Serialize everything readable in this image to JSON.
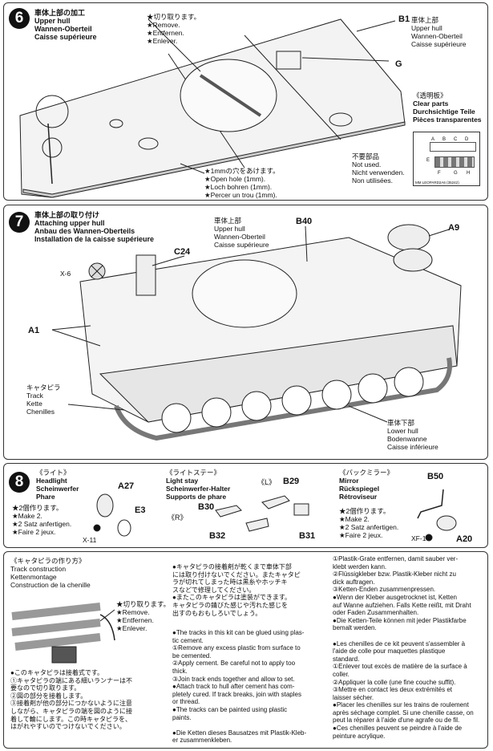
{
  "step6": {
    "number": "6",
    "title_ja": "車体上部の加工",
    "title_en": "Upper hull",
    "title_de": "Wannen-Oberteil",
    "title_fr": "Caisse supérieure",
    "remove_ja": "★切り取ります。",
    "remove_en": "★Remove.",
    "remove_de": "★Entfernen.",
    "remove_fr": "★Enlever.",
    "part_b1": "B1",
    "b1_ja": "車体上部",
    "b1_en": "Upper hull",
    "b1_de": "Wannen-Oberteil",
    "b1_fr": "Caisse supérieure",
    "part_g": "G",
    "clear_ja": "《透明板》",
    "clear_en": "Clear parts",
    "clear_de": "Durchsichtige Teile",
    "clear_fr": "Pièces transparentes",
    "notused_ja": "不要部品",
    "notused_en": "Not used.",
    "notused_de": "Nicht verwenden.",
    "notused_fr": "Non utilisées.",
    "sprue_letters": [
      "A",
      "B",
      "C",
      "D",
      "E",
      "F",
      "G",
      "H"
    ],
    "sprue_caption": "MM LEOPARD2A6 (35242)",
    "hole_ja": "★1mmの穴をあけます。",
    "hole_en": "★Open hole (1mm).",
    "hole_de": "★Loch bohren (1mm).",
    "hole_fr": "★Percer un trou (1mm)."
  },
  "step7": {
    "number": "7",
    "title_ja": "車体上部の取り付け",
    "title_en": "Attaching upper hull",
    "title_de": "Anbau des Wannen-Oberteils",
    "title_fr": "Installation de la caisse supérieure",
    "upper_ja": "車体上部",
    "upper_en": "Upper hull",
    "upper_de": "Wannen-Oberteil",
    "upper_fr": "Caisse supérieure",
    "part_b40": "B40",
    "part_a9": "A9",
    "part_c24": "C24",
    "x6": "X-6",
    "part_a1": "A1",
    "track_ja": "キャタピラ",
    "track_en": "Track",
    "track_de": "Kette",
    "track_fr": "Chenilles",
    "lower_ja": "車体下部",
    "lower_en": "Lower hull",
    "lower_de": "Bodenwanne",
    "lower_fr": "Caisse inférieure"
  },
  "step8": {
    "number": "8",
    "headlight_ja": "《ライト》",
    "headlight_en": "Headlight",
    "headlight_de": "Scheinwerfer",
    "headlight_fr": "Phare",
    "part_a27": "A27",
    "part_e3": "E3",
    "make2_ja": "★2個作ります。",
    "make2_en": "★Make 2.",
    "make2_de": "★2 Satz anfertigen.",
    "make2_fr": "★Faire 2 jeux.",
    "x11": "X-11",
    "stay_ja": "《ライトステー》",
    "stay_en": "Light stay",
    "stay_de": "Scheinwerfer-Halter",
    "stay_fr": "Supports de phare",
    "left": "《L》",
    "right": "《R》",
    "part_b29": "B29",
    "part_b30": "B30",
    "part_b32": "B32",
    "part_b31": "B31",
    "mirror_ja": "《バックミラー》",
    "mirror_en": "Mirror",
    "mirror_de": "Rückspiegel",
    "mirror_fr": "Rétroviseur",
    "part_b50": "B50",
    "part_a20": "A20",
    "xf1": "XF-1",
    "mirror_make_ja": "★2個作ります。",
    "mirror_make_en": "★Make 2.",
    "mirror_make_de": "★2 Satz anfertigen.",
    "mirror_make_fr": "★Faire 2 jeux."
  },
  "track": {
    "title_ja": "《キャタピラの作り方》",
    "title_en": "Track construction",
    "title_de": "Kettenmontage",
    "title_fr": "Construction de la chenille",
    "remove_ja": "★切り取ります。",
    "remove_en": "★Remove.",
    "remove_de": "★Entfernen.",
    "remove_fr": "★Enlever.",
    "ja_lines": [
      "●このキャタピラは接着式です。",
      "①キャタピラの端にある細いランナーは不",
      "要なので切り取ります。",
      "②図の部分を接着します。",
      "③接着剤が他の部分につかないように注意",
      "しながら、キャタピラの端を図のように接",
      "着して輪にします。この時キャタピラを、",
      "はがれやすいのでつけないでください。"
    ],
    "ja2_lines": [
      "●キャタピラの接着剤が乾くまで車体下部",
      "には取り付けないでください。またキャタピ",
      "ラが切れてしまった時は黒糸やホッチキ",
      "スなどで修理してください。",
      "●またこのキャタピラは塗装ができます。",
      "キャタピラの錆びた感じや汚れた感じを",
      "出すのもおもしろいでしょう。"
    ],
    "en_lines": [
      "●The tracks in this kit can be glued using plas-",
      "tic cement.",
      "①Remove any excess plastic from surface to",
      "be cemented.",
      "②Apply cement. Be careful not to apply too",
      "thick.",
      "③Join track ends together and allow to set.",
      "●Attach track to hull after cement has com-",
      "pletely cured. If track breaks, join with staples",
      "or thread.",
      "●The tracks can be painted using plastic",
      "paints.",
      "",
      "●Die Ketten dieses Bausatzes mit Plastik-Kleb-",
      "er zusammenkleben."
    ],
    "de_fr_lines": [
      "①Plastik-Grate entfernen, damit sauber ver-",
      "klebt werden kann.",
      "②Flüssigkleber bzw. Plastik-Kleber nicht zu",
      "dick auftragen.",
      "③Ketten-Enden zusammenpressen.",
      "●Wenn der Kleber ausgetrocknet ist, Ketten",
      "auf Wanne aufziehen. Falls Kette reißt, mit Draht",
      "oder Faden Zusammenhalten.",
      "●Die Ketten-Teile können mit jeder Plastikfarbe",
      "bemalt werden.",
      "",
      "●Les chenilles de ce kit peuvent s'assembler à",
      "l'aide de colle pour maquettes plastique",
      "standard.",
      "①Enlever tout excès de matière de la surface à",
      "coller.",
      "②Appliquer la colle (une fine couche suffit).",
      "③Mettre en contact les deux extrémités et",
      "laisser sécher.",
      "●Placer les chenilles sur les trains de roulement",
      "après séchage complet. Si une chenille casse, on",
      "peut la réparer à l'aide d'une agrafe ou de fil.",
      "●Ces chenilles peuvent se peindre à l'aide de",
      "peinture acrylique."
    ]
  }
}
